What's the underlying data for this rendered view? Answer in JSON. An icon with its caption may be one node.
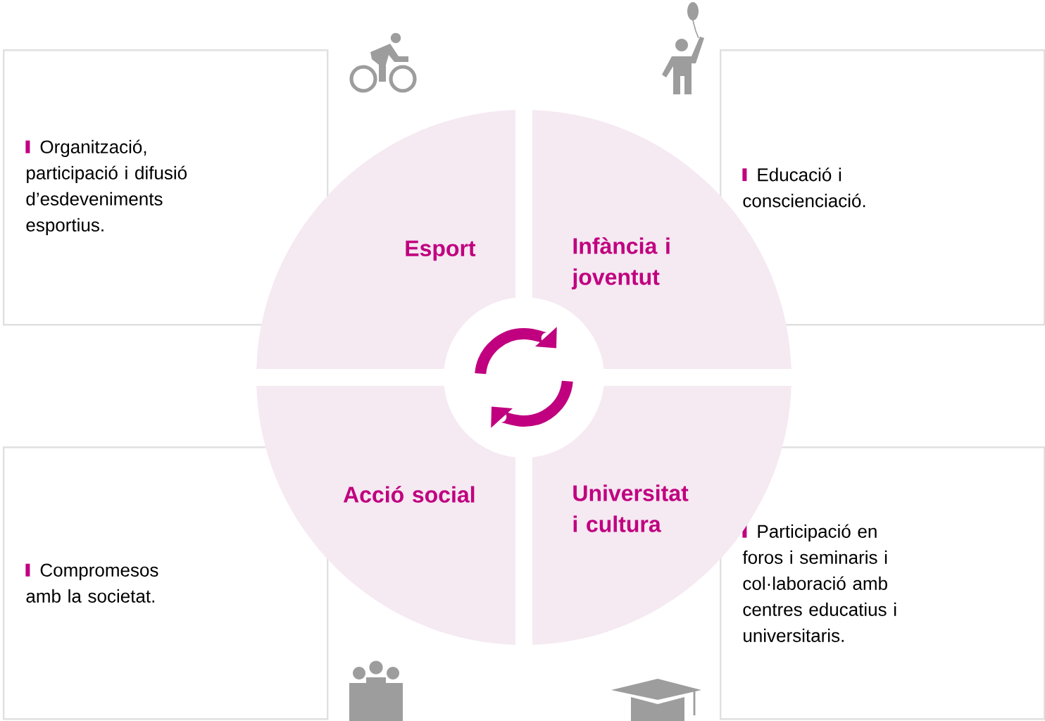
{
  "diagram": {
    "nodes": [
      {
        "text": [
          "Organització, participació i difusió d’esdeveniments esportius."
        ]
      },
      {
        "text": [
          "Esport"
        ]
      },
      {
        "text": [
          "Infància i joventut"
        ]
      },
      {
        "text": [
          "Educació i conscienciació."
        ]
      },
      {
        "text": [
          "Compromesos amb la societat."
        ]
      },
      {
        "text": [
          "Acció social"
        ]
      },
      {
        "text": [
          "Universitat i cultura"
        ]
      },
      {
        "text": [
          "Participació en foros i seminaris i col·laboració amb centres educatius i universitaris."
        ]
      }
    ]
  }
}
